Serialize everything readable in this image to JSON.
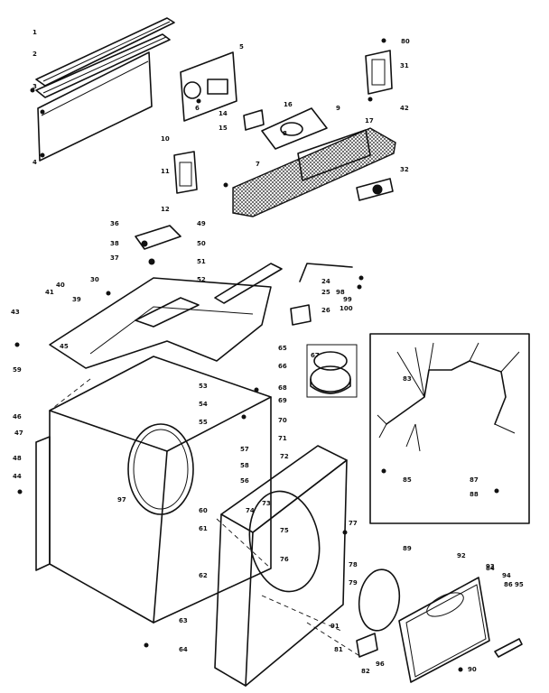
{
  "callouts": [
    {
      "id": "c1",
      "text": "1"
    },
    {
      "id": "c2",
      "text": "2"
    },
    {
      "id": "c3",
      "text": "3"
    },
    {
      "id": "c4",
      "text": "4"
    },
    {
      "id": "c5",
      "text": "5"
    },
    {
      "id": "c6",
      "text": "6"
    },
    {
      "id": "c7",
      "text": "7"
    },
    {
      "id": "c8",
      "text": "8"
    },
    {
      "id": "c9",
      "text": "9"
    },
    {
      "id": "c10",
      "text": "10"
    },
    {
      "id": "c11",
      "text": "11"
    },
    {
      "id": "c12",
      "text": "12"
    },
    {
      "id": "c14",
      "text": "14"
    },
    {
      "id": "c15",
      "text": "15"
    },
    {
      "id": "c16",
      "text": "16"
    },
    {
      "id": "c17",
      "text": "17"
    },
    {
      "id": "c24",
      "text": "24"
    },
    {
      "id": "c25",
      "text": "25"
    },
    {
      "id": "c26",
      "text": "26"
    },
    {
      "id": "c30",
      "text": "30"
    },
    {
      "id": "c31",
      "text": "31"
    },
    {
      "id": "c32",
      "text": "32"
    },
    {
      "id": "c36",
      "text": "36"
    },
    {
      "id": "c37",
      "text": "37"
    },
    {
      "id": "c38",
      "text": "38"
    },
    {
      "id": "c39",
      "text": "39"
    },
    {
      "id": "c40",
      "text": "40"
    },
    {
      "id": "c41",
      "text": "41"
    },
    {
      "id": "c42",
      "text": "42"
    },
    {
      "id": "c43",
      "text": "43"
    },
    {
      "id": "c44",
      "text": "44"
    },
    {
      "id": "c45",
      "text": "45"
    },
    {
      "id": "c46",
      "text": "46"
    },
    {
      "id": "c47",
      "text": "47"
    },
    {
      "id": "c48",
      "text": "48"
    },
    {
      "id": "c49",
      "text": "49"
    },
    {
      "id": "c50",
      "text": "50"
    },
    {
      "id": "c51",
      "text": "51"
    },
    {
      "id": "c52",
      "text": "52"
    },
    {
      "id": "c53",
      "text": "53"
    },
    {
      "id": "c54",
      "text": "54"
    },
    {
      "id": "c55",
      "text": "55"
    },
    {
      "id": "c56",
      "text": "56"
    },
    {
      "id": "c57",
      "text": "57"
    },
    {
      "id": "c58",
      "text": "58"
    },
    {
      "id": "c59",
      "text": "59"
    },
    {
      "id": "c60",
      "text": "60"
    },
    {
      "id": "c61",
      "text": "61"
    },
    {
      "id": "c62",
      "text": "62"
    },
    {
      "id": "c63",
      "text": "63"
    },
    {
      "id": "c64",
      "text": "64"
    },
    {
      "id": "c65",
      "text": "65"
    },
    {
      "id": "c66",
      "text": "66"
    },
    {
      "id": "c67",
      "text": "67"
    },
    {
      "id": "c68",
      "text": "68"
    },
    {
      "id": "c69",
      "text": "69"
    },
    {
      "id": "c70",
      "text": "70"
    },
    {
      "id": "c71",
      "text": "71"
    },
    {
      "id": "c72",
      "text": "72"
    },
    {
      "id": "c73",
      "text": "73"
    },
    {
      "id": "c74",
      "text": "74"
    },
    {
      "id": "c75",
      "text": "75"
    },
    {
      "id": "c76",
      "text": "76"
    },
    {
      "id": "c77",
      "text": "77"
    },
    {
      "id": "c78",
      "text": "78"
    },
    {
      "id": "c79",
      "text": "79"
    },
    {
      "id": "c80",
      "text": "80"
    },
    {
      "id": "c81",
      "text": "81"
    },
    {
      "id": "c82",
      "text": "82"
    },
    {
      "id": "c83",
      "text": "83"
    },
    {
      "id": "c84",
      "text": "84"
    },
    {
      "id": "c85",
      "text": "85"
    },
    {
      "id": "c86",
      "text": "86"
    },
    {
      "id": "c87",
      "text": "87"
    },
    {
      "id": "c88",
      "text": "88"
    },
    {
      "id": "c89",
      "text": "89"
    },
    {
      "id": "c90",
      "text": "90"
    },
    {
      "id": "c91",
      "text": "91"
    },
    {
      "id": "c92",
      "text": "92"
    },
    {
      "id": "c93",
      "text": "93"
    },
    {
      "id": "c94",
      "text": "94"
    },
    {
      "id": "c95",
      "text": "95"
    },
    {
      "id": "c96",
      "text": "96"
    },
    {
      "id": "c97",
      "text": "97"
    },
    {
      "id": "c98",
      "text": "98"
    },
    {
      "id": "c99",
      "text": "99"
    },
    {
      "id": "c100",
      "text": "100"
    }
  ]
}
